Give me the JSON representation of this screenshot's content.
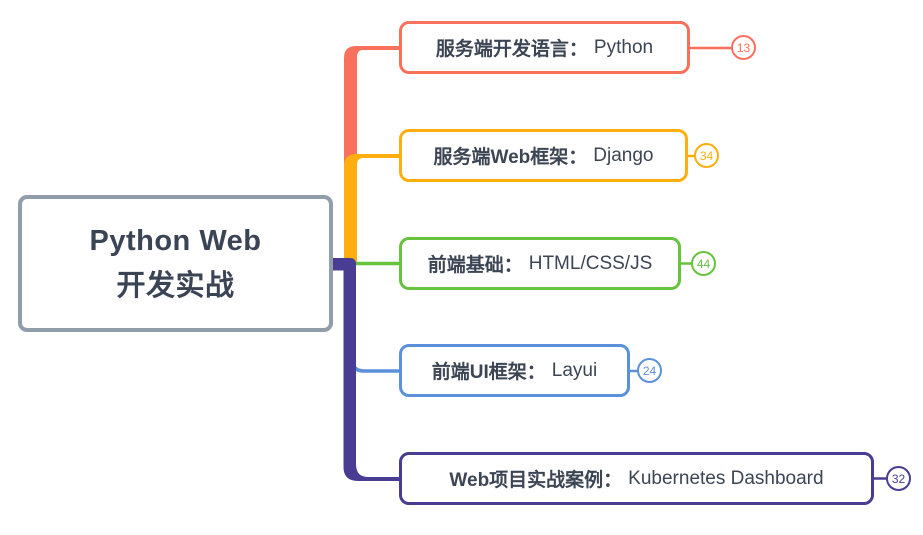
{
  "root": {
    "title_line1": "Python Web",
    "title_line2": "开发实战",
    "border_color": "#929DAB",
    "text_color": "#3A4454"
  },
  "branches": [
    {
      "label_prefix": "服务端开发语言：",
      "label_value": "Python",
      "badge": "13",
      "color": "#F9705D"
    },
    {
      "label_prefix": "服务端Web框架：",
      "label_value": "Django",
      "badge": "34",
      "color": "#FFAE10"
    },
    {
      "label_prefix": "前端基础：",
      "label_value": "HTML/CSS/JS",
      "badge": "44",
      "color": "#67C23E"
    },
    {
      "label_prefix": "前端UI框架：",
      "label_value": "Layui",
      "badge": "24",
      "color": "#5B90DA"
    },
    {
      "label_prefix": "Web项目实战案例：",
      "label_value": "Kubernetes Dashboard",
      "badge": "32",
      "color": "#483D93"
    }
  ],
  "text_color": "#3C4554"
}
